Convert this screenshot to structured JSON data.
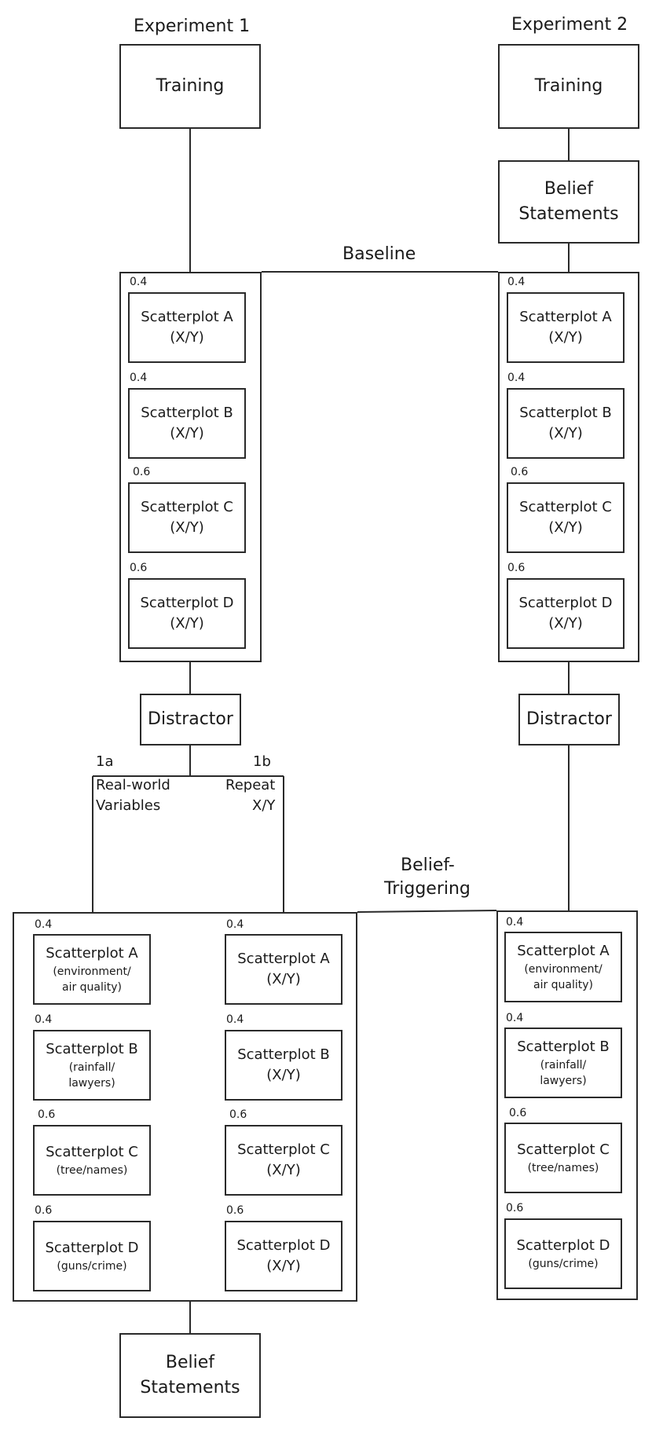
{
  "experiment1": {
    "title": "Experiment 1",
    "training": "Training",
    "distractor": "Distractor",
    "branch_1a": {
      "code": "1a",
      "line1": "Real-world",
      "line2": "Variables"
    },
    "branch_1b": {
      "code": "1b",
      "line1": "Repeat",
      "line2": "X/Y"
    },
    "final": {
      "line1": "Belief",
      "line2": "Statements"
    }
  },
  "experiment2": {
    "title": "Experiment 2",
    "training": "Training",
    "belief_statements": {
      "line1": "Belief",
      "line2": "Statements"
    },
    "distractor": "Distractor"
  },
  "phases": {
    "baseline": "Baseline",
    "belief_triggering": {
      "line1": "Belief-",
      "line2": "Triggering"
    }
  },
  "baseline_scatterplots": [
    {
      "corr": "0.4",
      "name": "Scatterplot A",
      "vars": "(X/Y)"
    },
    {
      "corr": "0.4",
      "name": "Scatterplot B",
      "vars": "(X/Y)"
    },
    {
      "corr": "0.6",
      "name": "Scatterplot C",
      "vars": "(X/Y)"
    },
    {
      "corr": "0.6",
      "name": "Scatterplot D",
      "vars": "(X/Y)"
    }
  ],
  "realworld_scatterplots": [
    {
      "corr": "0.4",
      "name": "Scatterplot A",
      "vars": [
        "(environment/",
        "air quality)"
      ]
    },
    {
      "corr": "0.4",
      "name": "Scatterplot B",
      "vars": [
        "(rainfall/",
        "lawyers)"
      ]
    },
    {
      "corr": "0.6",
      "name": "Scatterplot C",
      "vars": [
        "(tree/names)"
      ]
    },
    {
      "corr": "0.6",
      "name": "Scatterplot D",
      "vars": [
        "(guns/crime)"
      ]
    }
  ],
  "repeat_scatterplots": [
    {
      "corr": "0.4",
      "name": "Scatterplot A",
      "vars": "(X/Y)"
    },
    {
      "corr": "0.4",
      "name": "Scatterplot B",
      "vars": "(X/Y)"
    },
    {
      "corr": "0.6",
      "name": "Scatterplot C",
      "vars": "(X/Y)"
    },
    {
      "corr": "0.6",
      "name": "Scatterplot D",
      "vars": "(X/Y)"
    }
  ]
}
